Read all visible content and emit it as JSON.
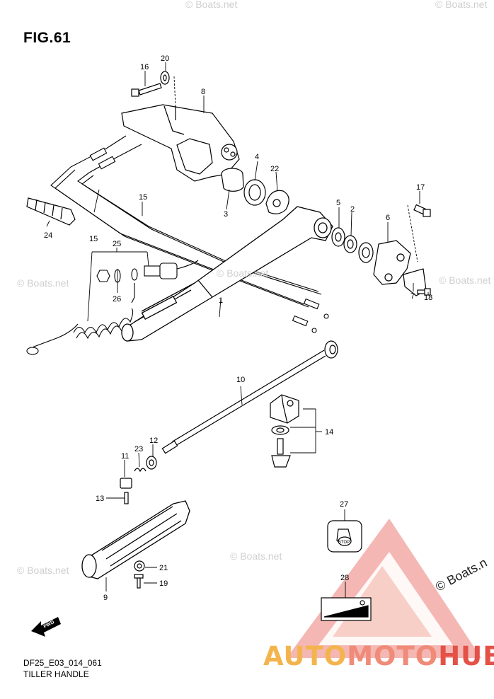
{
  "figure": {
    "title": "FIG.61"
  },
  "footer": {
    "code": "DF25_E03_014_061",
    "name": "TILLER HANDLE"
  },
  "watermarks": {
    "small": "© Boats.net",
    "large": "© Boats.n"
  },
  "brand": {
    "part1": "AUTO",
    "part2": "MOTO",
    "part3": "HUB",
    "colors": [
      "#f4b44d",
      "#ef8b78",
      "#e45147"
    ]
  },
  "stickers": {
    "stop": "STOP",
    "fwd": "FWD"
  },
  "callouts": [
    {
      "id": "c1",
      "label": "1"
    },
    {
      "id": "c2",
      "label": "2"
    },
    {
      "id": "c3",
      "label": "3"
    },
    {
      "id": "c4",
      "label": "4"
    },
    {
      "id": "c5",
      "label": "5"
    },
    {
      "id": "c6",
      "label": "6"
    },
    {
      "id": "c7",
      "label": "7"
    },
    {
      "id": "c8",
      "label": "8"
    },
    {
      "id": "c9",
      "label": "9"
    },
    {
      "id": "c10",
      "label": "10"
    },
    {
      "id": "c11",
      "label": "11"
    },
    {
      "id": "c12",
      "label": "12"
    },
    {
      "id": "c13",
      "label": "13"
    },
    {
      "id": "c14",
      "label": "14"
    },
    {
      "id": "c15a",
      "label": "15"
    },
    {
      "id": "c15b",
      "label": "15"
    },
    {
      "id": "c16",
      "label": "16"
    },
    {
      "id": "c17",
      "label": "17"
    },
    {
      "id": "c18",
      "label": "18"
    },
    {
      "id": "c19",
      "label": "19"
    },
    {
      "id": "c20",
      "label": "20"
    },
    {
      "id": "c21",
      "label": "21"
    },
    {
      "id": "c22",
      "label": "22"
    },
    {
      "id": "c23",
      "label": "23"
    },
    {
      "id": "c24",
      "label": "24"
    },
    {
      "id": "c25",
      "label": "25"
    },
    {
      "id": "c26",
      "label": "26"
    },
    {
      "id": "c27",
      "label": "27"
    },
    {
      "id": "c28",
      "label": "28"
    }
  ]
}
